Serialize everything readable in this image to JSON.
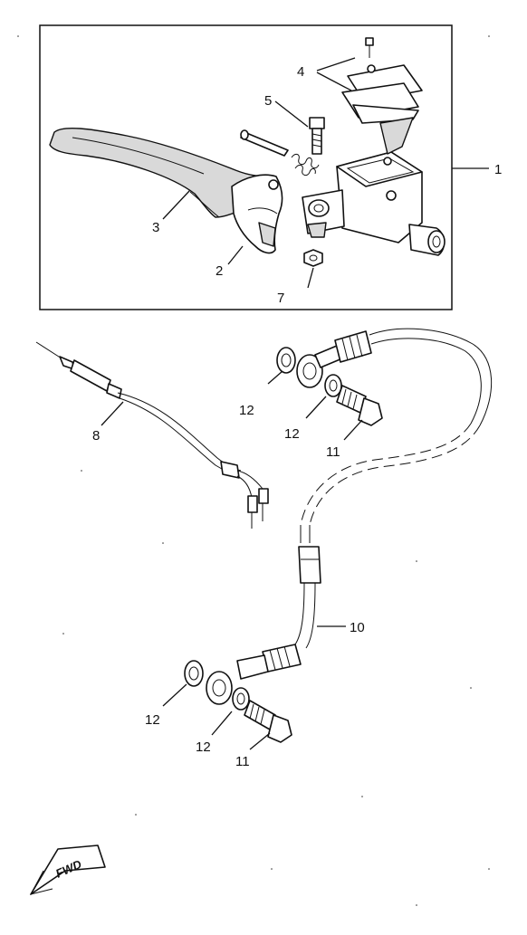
{
  "callouts": {
    "c1": "1",
    "c2": "2",
    "c3": "3",
    "c4": "4",
    "c5": "5",
    "c7": "7",
    "c8": "8",
    "c10": "10",
    "c11a": "11",
    "c12a": "12",
    "c12b": "12",
    "c11b": "11",
    "c12c": "12",
    "c12d": "12"
  },
  "fwd_label": "FWD"
}
